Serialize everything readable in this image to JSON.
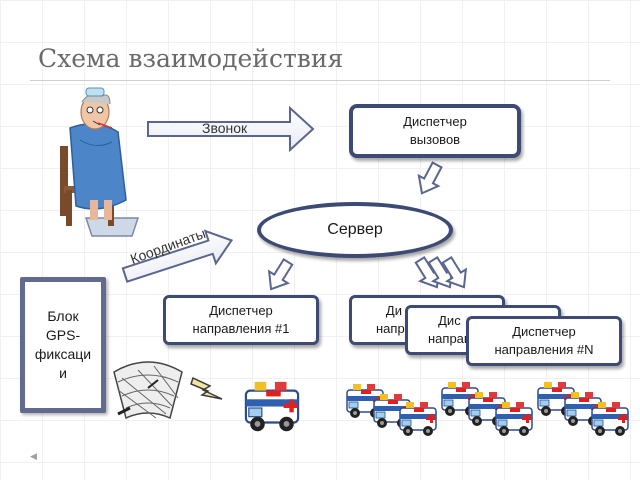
{
  "slide": {
    "title": "Схема взаимодействия"
  },
  "labels": {
    "call": "Звонок",
    "coordinates": "Координаты"
  },
  "nodes": {
    "call_dispatcher": {
      "line1": "Диспетчер",
      "line2": "вызовов"
    },
    "server": "Сервер",
    "gps_block": {
      "line1": "Блок",
      "line2": "GPS-",
      "line3": "фиксаци",
      "line4": "и"
    },
    "direction_1": {
      "line1": "Диспетчер",
      "line2": "направления #1"
    },
    "direction_2": {
      "line1": "Ди",
      "line2": "напра"
    },
    "direction_3": {
      "line1": "Дис",
      "line2": "направ"
    },
    "direction_n": {
      "line1": "Диспетчер",
      "line2": "направления #N"
    }
  },
  "icons": {
    "patient": "sick-person-icon",
    "antenna": "gps-antenna-icon",
    "signal": "lightning-icon",
    "ambulance": "ambulance-icon",
    "nav": "slide-nav-icon"
  },
  "colors": {
    "box_border": "#3d4a73",
    "gps_border": "#626a8f",
    "arrow_fill": "#ffffff",
    "arrow_stroke": "#5a6590",
    "title": "#6a6a6a"
  }
}
